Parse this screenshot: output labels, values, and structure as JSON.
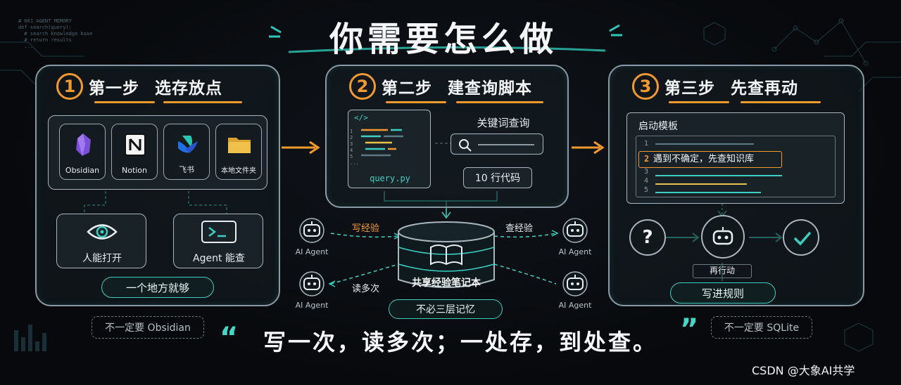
{
  "code_snippet": "# 001 AGENT MEMORY\ndef search(query):\n  # search knowledge base\n  # return results\n  ...",
  "title": "你需要怎么做",
  "step1": {
    "number": "1",
    "label": "第一步",
    "name": "选存放点",
    "apps": [
      {
        "label": "Obsidian",
        "icon": "obsidian-icon"
      },
      {
        "label": "Notion",
        "icon": "notion-icon"
      },
      {
        "label": "飞书",
        "icon": "feishu-icon"
      },
      {
        "label": "本地文件夹",
        "icon": "folder-icon"
      }
    ],
    "open_label": "人能打开",
    "agent_label": "Agent 能查",
    "pill": "一个地方就够",
    "note": "不一定要 Obsidian"
  },
  "step2": {
    "number": "2",
    "label": "第二步",
    "name": "建查询脚本",
    "code_lines": [
      "1",
      "2",
      "3",
      "4",
      "5",
      "..."
    ],
    "file_name": "query.py",
    "search_title": "关键词查询",
    "lines_badge": "10 行代码"
  },
  "center": {
    "db_label": "共享经验笔记本",
    "pill": "不必三层记忆",
    "write_label": "写经验",
    "read_label": "读多次",
    "check_label": "查经验",
    "agent_name": "AI Agent"
  },
  "step3": {
    "number": "3",
    "label": "第三步",
    "name": "先查再动",
    "template_title": "启动模板",
    "line_numbers": [
      "1",
      "2",
      "3",
      "4",
      "5"
    ],
    "highlight_text": "遇到不确定，先查知识库",
    "question": "?",
    "action_label": "再行动",
    "pill": "写进规则",
    "note": "不一定要 SQLite"
  },
  "quote": {
    "open": "“",
    "text": "写一次，读多次；一处存，到处查。",
    "close": "”"
  },
  "watermark": "CSDN @大象AI共学",
  "colors": {
    "accent": "#f29a30",
    "teal": "#3ccfc1",
    "bg": "#07090c"
  }
}
